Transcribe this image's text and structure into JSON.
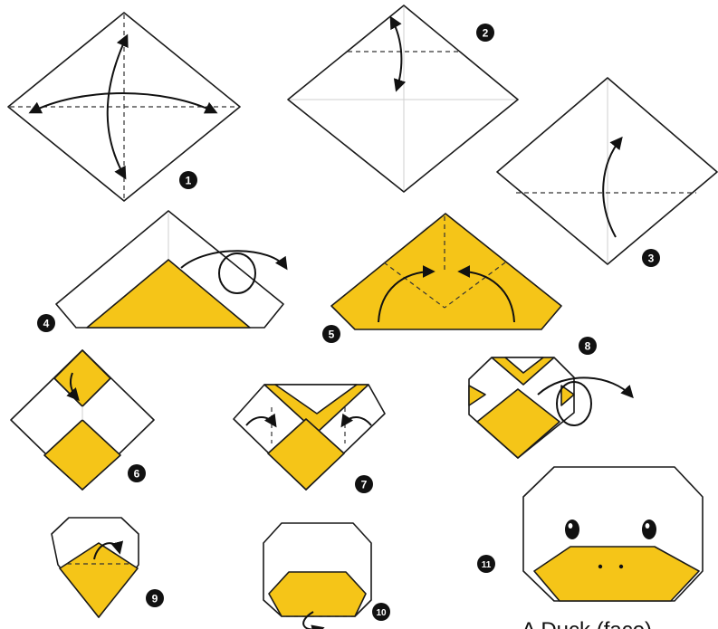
{
  "steps": [
    {
      "number": "1"
    },
    {
      "number": "2"
    },
    {
      "number": "3"
    },
    {
      "number": "4"
    },
    {
      "number": "5"
    },
    {
      "number": "6"
    },
    {
      "number": "7"
    },
    {
      "number": "8"
    },
    {
      "number": "9"
    },
    {
      "number": "10"
    },
    {
      "number": "11"
    }
  ],
  "caption": "A Duck (face)",
  "colors": {
    "paper": "#ffffff",
    "paper_color_side": "#f5c518",
    "lines": "#1a1a1a"
  }
}
